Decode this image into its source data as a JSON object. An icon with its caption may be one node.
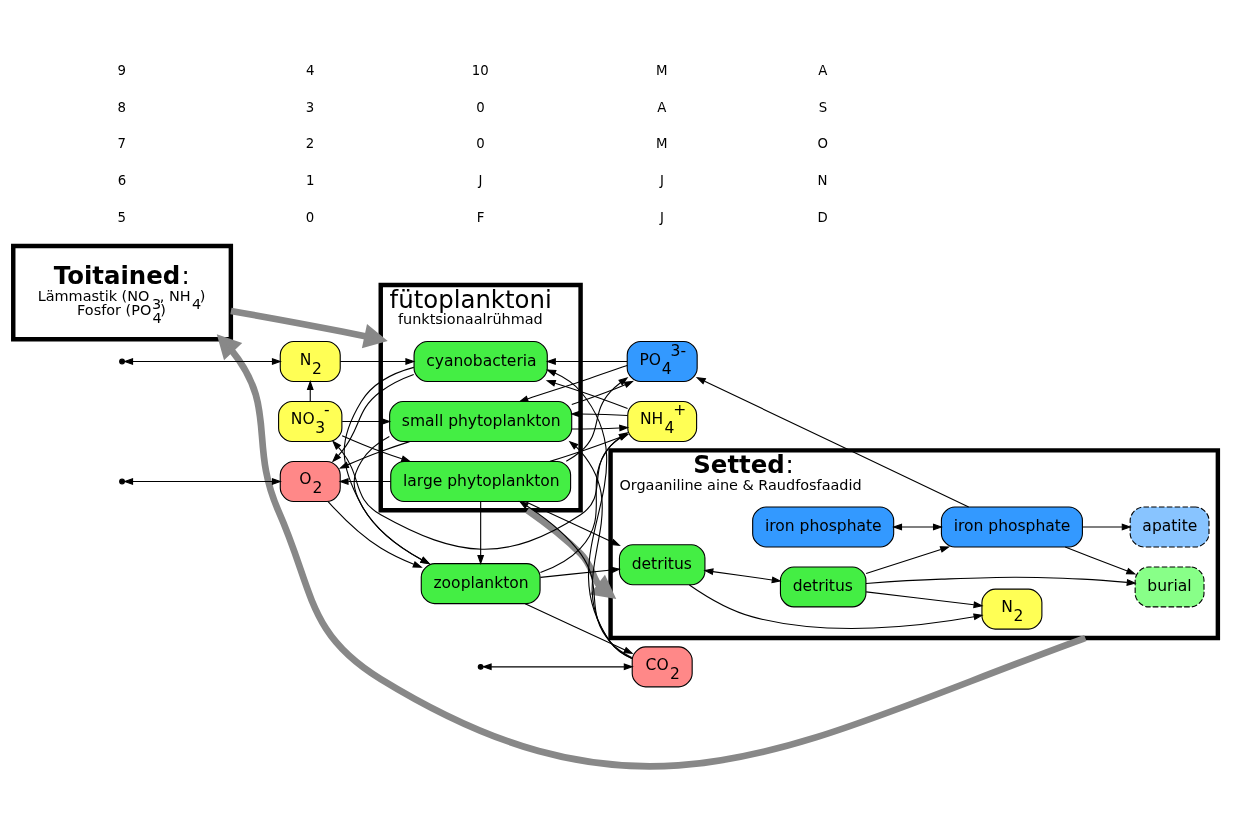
{
  "diagram": {
    "nodes": [
      {
        "text": [
          "**Toitained**:",
          "Lämmastik (NO$_{3}$, NH$_{4}$)",
          "Fosfor (PO$_{4}$)"
        ]
      },
      {
        "text": [
          "fütoplanktoni",
          "funktsionaalrühmad"
        ]
      },
      {
        "text": [
          "cyanobacteria"
        ],
        "in": 1
      },
      {
        "text": [
          "small phytoplankton"
        ],
        "in": 1
      },
      {
        "text": [
          "large phytoplankton"
        ],
        "in": 1
      },
      {
        "text": [
          "N$_{2}$"
        ]
      },
      {
        "text": [
          "NO$_{3}$$^{-}$"
        ]
      },
      {
        "text": [
          "NH$_{4}$$^{+}$"
        ]
      },
      {
        "text": [
          "PO$_{4}$$^{3-}$"
        ]
      },
      {
        "text": [
          "O$_{2}$"
        ]
      },
      {
        "text": [
          "CO$_{2}$"
        ]
      },
      {
        "text": [
          "zooplankton"
        ]
      },
      {
        "text": [
          "**Setted**:",
          "Orgaaniline aine & Raudfosfaadid"
        ]
      },
      {
        "text": [
          "iron phosphate"
        ],
        "in": 12
      },
      {
        "text": [
          "detritus"
        ],
        "in": 12
      },
      {
        "text": [
          "N$_{2}$"
        ],
        "in": 12
      },
      {
        "text": [
          "iron phosphate"
        ],
        "in": 12
      },
      {
        "text": [
          "detritus"
        ],
        "in": 12
      },
      {
        "text": [
          "apatite"
        ],
        "in": 12
      },
      {
        "text": [
          "burial"
        ],
        "in": 12
      }
    ],
    "edges": [
      {
        "from": 0,
        "to": 1,
        "arrow": "to",
        "style": "thick",
        "color": "#888888"
      },
      {
        "from": 1,
        "to": 12,
        "arrow": "to",
        "style": "thick",
        "color": "#888888"
      },
      {
        "from": 12,
        "to": 0,
        "arrow": "to",
        "style": "thick",
        "color": "#888888"
      },
      {
        "from": null,
        "to": 5,
        "arrow": "both"
      },
      {
        "from": null,
        "to": 9,
        "arrow": "both"
      },
      {
        "from": null,
        "to": 10,
        "arrow": "both"
      },
      {
        "from": 5,
        "to": 2,
        "arrow": "to"
      },
      {
        "from": 6,
        "to": 5,
        "arrow": "to"
      },
      {
        "from": 7,
        "to": 6,
        "arrow": "to"
      },
      {
        "from": 6,
        "to": 3,
        "arrow": "to"
      },
      {
        "from": 6,
        "to": 4,
        "arrow": "to"
      },
      {
        "from": 7,
        "to": 2,
        "arrow": "to"
      },
      {
        "from": 7,
        "to": 3,
        "arrow": "to"
      },
      {
        "from": 8,
        "to": 2,
        "arrow": "to"
      },
      {
        "from": 8,
        "to": 3,
        "arrow": "to"
      },
      {
        "from": 3,
        "to": 7,
        "arrow": "to"
      },
      {
        "from": 4,
        "to": 7,
        "arrow": "to"
      },
      {
        "from": 3,
        "to": 8,
        "arrow": "to"
      },
      {
        "from": 4,
        "to": 8,
        "arrow": "to"
      },
      {
        "from": 2,
        "to": 9,
        "arrow": "to"
      },
      {
        "from": 3,
        "to": 9,
        "arrow": "to"
      },
      {
        "from": 4,
        "to": 9,
        "arrow": "to"
      },
      {
        "from": 10,
        "to": 2,
        "arrow": "to"
      },
      {
        "from": 10,
        "to": 3,
        "arrow": "to"
      },
      {
        "from": 10,
        "to": 4,
        "arrow": "to"
      },
      {
        "from": 2,
        "to": 11,
        "arrow": "to"
      },
      {
        "from": 3,
        "to": 11,
        "arrow": "to"
      },
      {
        "from": 4,
        "to": 11,
        "arrow": "to"
      },
      {
        "from": 9,
        "to": 11,
        "arrow": "to"
      },
      {
        "from": 11,
        "to": 10,
        "arrow": "to"
      },
      {
        "from": 11,
        "to": 7,
        "arrow": "to"
      },
      {
        "from": 11,
        "to": 14,
        "arrow": "to"
      },
      {
        "from": 4,
        "to": 14,
        "arrow": "to"
      },
      {
        "from": 13,
        "to": 16,
        "arrow": "both"
      },
      {
        "from": 14,
        "to": 17,
        "arrow": "both"
      },
      {
        "from": 14,
        "to": 15,
        "arrow": "to"
      },
      {
        "from": 17,
        "to": 15,
        "arrow": "to"
      },
      {
        "from": 17,
        "to": 16,
        "arrow": "to"
      },
      {
        "from": 16,
        "to": 18,
        "arrow": "to"
      },
      {
        "from": 16,
        "to": 19,
        "arrow": "to"
      },
      {
        "from": 17,
        "to": 19,
        "arrow": "to"
      },
      {
        "from": 16,
        "to": 8,
        "arrow": "to"
      }
    ],
    "labels": [
      "9",
      "8",
      "7",
      "6",
      "5",
      "4",
      "3",
      "2",
      "1",
      "0",
      "10",
      "0",
      "0",
      "J",
      "F",
      "M",
      "A",
      "M",
      "J",
      "J",
      "A",
      "S",
      "O",
      "N",
      "D"
    ]
  }
}
